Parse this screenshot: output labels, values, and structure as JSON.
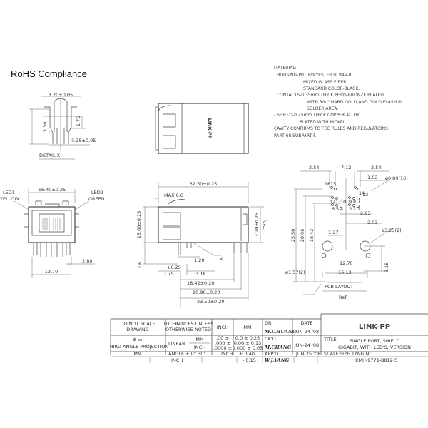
{
  "title": "RoHS Compliance",
  "brand_on_part": "LINK-PP",
  "material": [
    "MATERIAL:",
    ". HOUSING-PBT POLYESTER UL94V-0",
    "MIXED GLASS FIBER.",
    "STANDARD COLOR-BLACK.",
    ". CONTACTS-0.35mm THICK PHOS-BRONZE PLATED",
    "WITH 30u\" HARD GOLD AND GOLD FLASH IN",
    "SOLDER AREA.",
    "- SHIELD-0.25mm THICK COPPER ALLOY,",
    "PLATED WITH NICKEL.",
    "CAVITY CONFIRMS TO FCC RULES AND REGULATIONS",
    "PART 68,SUBPART F."
  ],
  "detail_x": {
    "label": "DETAIL  X",
    "width": "3.20±0.05",
    "height": "3.30",
    "slot": "1.75",
    "base": "3.35±0.05"
  },
  "front_view": {
    "width": "16.40±0.25",
    "led1": "LED1",
    "led1_color": "YELLOW",
    "led2": "LED2",
    "led2_color": "GREEN",
    "offset": "2.80",
    "pitch": "12.70"
  },
  "side_view": {
    "length": "32.50±0.25",
    "max": "MAX  0.6",
    "height": "13.60±0.25",
    "tab": "3.20±0.25",
    "typ": "TYP.",
    "pin": "3.6",
    "pin_w": "1.20",
    "x_mark": "X",
    "front_tol": "±0.25",
    "front": "7.75",
    "d318": "3.18",
    "d1842": "18.42±0.20",
    "d2096": "20.96±0.20",
    "d2350": "23.50±0.20"
  },
  "pcb": {
    "p1": "2.54",
    "p2": "7.12",
    "p3": "2.54",
    "d102": "1.02",
    "hole": "ø0.89(16)",
    "v2350": "23.50",
    "v2096": "20.96",
    "v1842": "18.42",
    "d203a": "2.03",
    "d203b": "2.03",
    "d127": "1.27",
    "big_hole": "ø3.25(2)",
    "d1270": "12.70",
    "d1613": "16.13",
    "d318": "3.18",
    "small_hole": "ø1.57(2)",
    "pins_top": [
      "16",
      "15",
      "14",
      "13"
    ],
    "pins_mid": [
      "12",
      "11",
      "10",
      "9",
      "8",
      "7"
    ],
    "pins_bot": [
      "6",
      "5",
      "4",
      "3",
      "2",
      "1"
    ],
    "label": "PCB  LAYOUT",
    "ref": "Ref."
  },
  "title_block": {
    "do_not_scale": [
      "DO NOT SCALE",
      "DRAWING"
    ],
    "tolerances": [
      "TOLERANCES UNLESS",
      "OTHERWISE NOTED"
    ],
    "inch": "INCH",
    "mm": "MM",
    "dr_label": "DR.",
    "dr_name": "M.L.HUANG",
    "date_label": "DATE",
    "date1": "JUN-24 '08",
    "projection": "THIRD ANGLE PROJECTION",
    "linear": "LINEAR",
    "linear_mm": "MM",
    "linear_inch": "INCH",
    "inch_tols": [
      ".00 ±",
      ".000 ±",
      ".0000 ±"
    ],
    "mm_tols": [
      "0.0 ± 0.25",
      "0.00 ± 0.13",
      "0.000 ± 0.05"
    ],
    "ckd_label": "CK'D",
    "ckd_name": "M.CHANG",
    "date2": "JUN-24 '08",
    "logo": "LINK-PP",
    "title_label": "TITLE",
    "title_lines": [
      "SINGLE PORT, SHIELD",
      "GIGABIT, WITH LED'S, VERSION"
    ],
    "row3_mm": "MM",
    "angle": "ANGLE ± 0° 30'",
    "inch_r3": "INCH",
    "plus040": "± 0.40",
    "appd_label": "APP'D",
    "appd_name": "W.J.YANG",
    "date3": "JUN-25 '08",
    "scale_label": "SCALE",
    "size_label": "SIZE",
    "dwg_label": "DWG.NO.",
    "row4_inch": "INCH",
    "minus015": "- 0.15",
    "dwg_no": "XMH-9771-B812-S"
  }
}
